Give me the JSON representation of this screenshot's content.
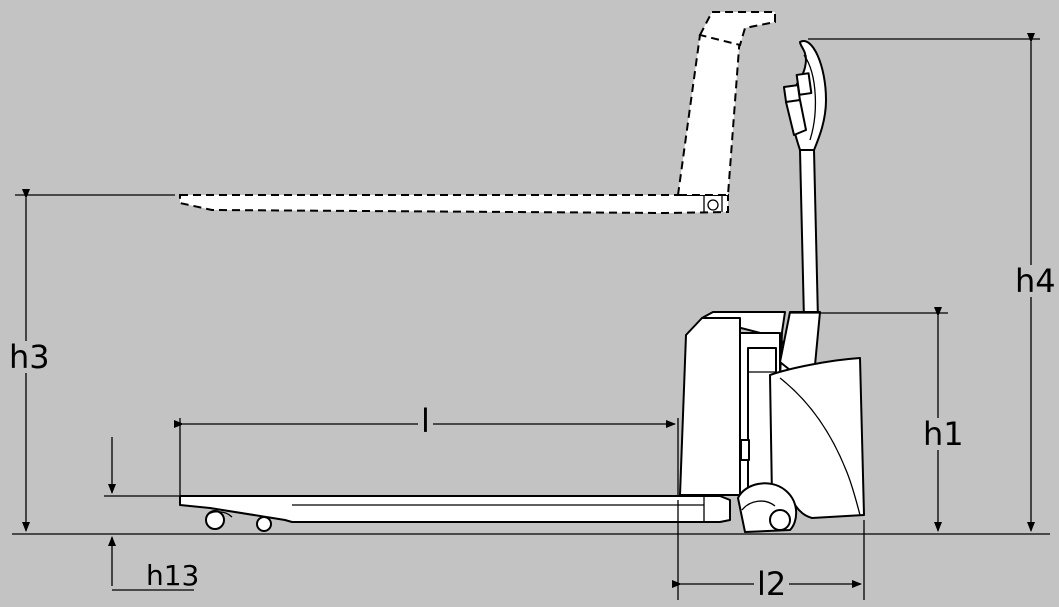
{
  "dimensions": {
    "h3": "h3",
    "l": "l",
    "h13": "h13",
    "l2": "l2",
    "h1": "h1",
    "h4": "h4"
  },
  "colors": {
    "background": "#c3c3c3",
    "line": "#000000",
    "fill": "#ffffff"
  }
}
